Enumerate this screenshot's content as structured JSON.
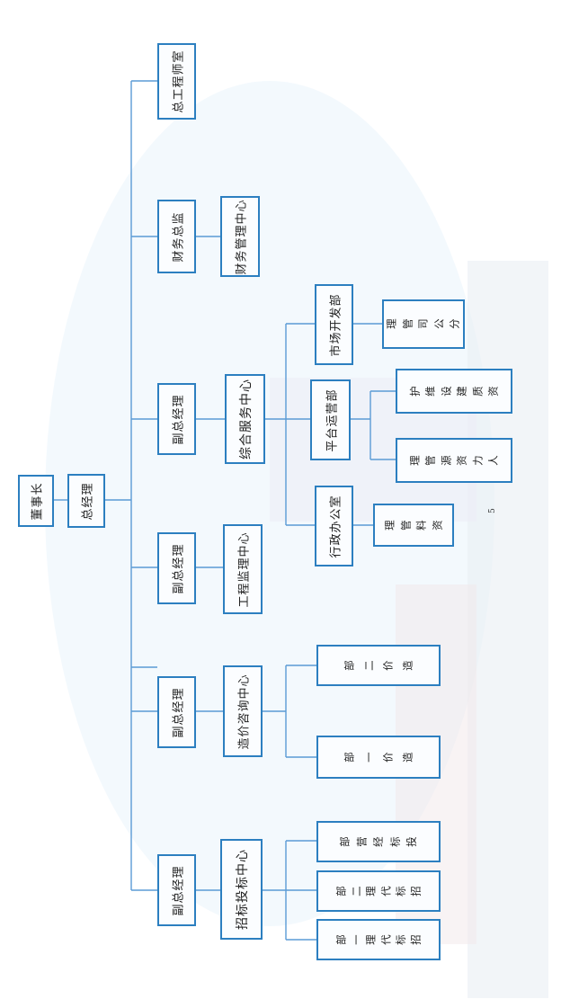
{
  "nodes": {
    "chairman": "董事长",
    "general_manager": "总经理",
    "chief_engineer": "总工程师室",
    "finance_director": "财务总监",
    "finance_center": "财务管理中心",
    "vp_1": "副总经理",
    "vp_2": "副总经理",
    "vp_3": "副总经理",
    "vp_4": "副总经理",
    "service_center": "综合服务中心",
    "engineering_center": "工程监理中心",
    "cost_center": "造价咨询中心",
    "bidding_center": "招标投标中心",
    "market_dept": "市场开发部",
    "platform_dept": "平台运营部",
    "admin_office": "行政办公室",
    "branch_mgmt": [
      "分",
      "公",
      "司",
      "管",
      "理"
    ],
    "qualification_maint": [
      "资",
      "质",
      "建",
      "设",
      "维",
      "护"
    ],
    "hr_mgmt": [
      "人",
      "力",
      "资",
      "源",
      "管",
      "理"
    ],
    "records_mgmt": [
      "资",
      "料",
      "管",
      "理"
    ],
    "cost_dept_2": [
      "造",
      "价",
      "二",
      "部"
    ],
    "cost_dept_1": [
      "造",
      "价",
      "一",
      "部"
    ],
    "bid_operation": [
      "投",
      "标",
      "经",
      "营",
      "部"
    ],
    "bid_agency_2": [
      "招",
      "标",
      "代",
      "理",
      "二",
      "部"
    ],
    "bid_agency_1": [
      "招",
      "标",
      "代",
      "理",
      "一",
      "部"
    ]
  },
  "page_number": "5",
  "colors": {
    "border": "#2c7fc0",
    "line": "#5b9bd5"
  }
}
